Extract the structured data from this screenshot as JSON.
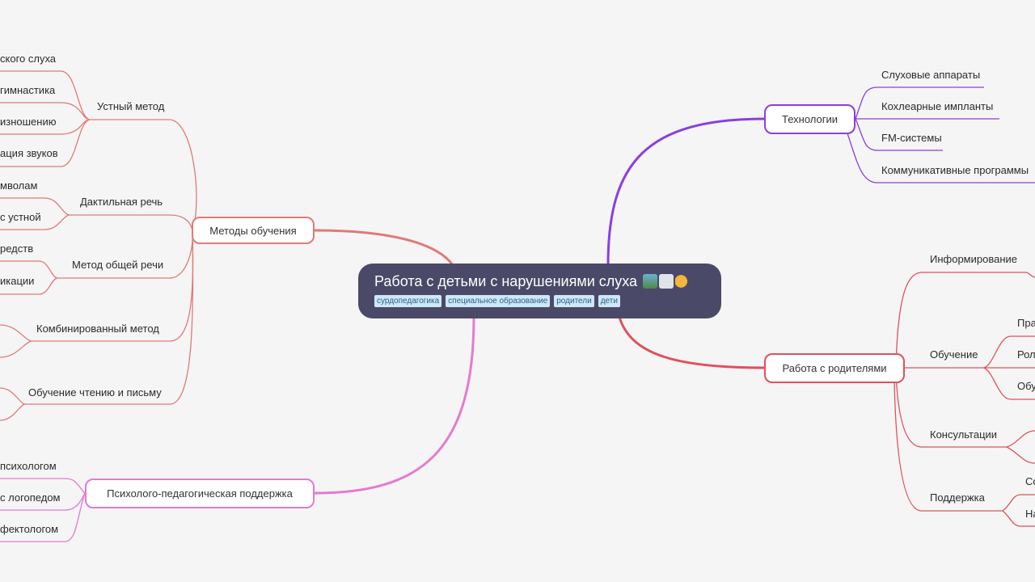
{
  "root": {
    "title": "Работа с детьми с нарушениями слуха",
    "tags": [
      "сурдопедагогика",
      "специальное образование",
      "родители",
      "дети"
    ]
  },
  "branches": {
    "methods": {
      "label": "Методы обучения",
      "color": "#e07a78"
    },
    "support": {
      "label": "Психолого-педагогическая поддержка",
      "color": "#e57ad1"
    },
    "tech": {
      "label": "Технологии",
      "color": "#8a3fe0"
    },
    "parents": {
      "label": "Работа с родителями",
      "color": "#e0505c"
    }
  },
  "methods": {
    "oral": {
      "label": "Устный метод",
      "items": [
        "ского слуха",
        "гимнастика",
        "изношению",
        "ация звуков"
      ]
    },
    "dactyl": {
      "label": "Дактильная речь",
      "items": [
        "мволам",
        "с устной"
      ]
    },
    "general": {
      "label": "Метод общей речи",
      "items": [
        "редств",
        "икации"
      ]
    },
    "combined": {
      "label": "Комбинированный метод"
    },
    "reading": {
      "label": "Обучение чтению и письму"
    }
  },
  "support_items": [
    "психологом",
    "с логопедом",
    "фектологом"
  ],
  "tech_items": [
    "Слуховые аппараты",
    "Кохлеарные импланты",
    "FM-системы",
    "Коммуникативные программы"
  ],
  "parents": {
    "info": {
      "label": "Информирование"
    },
    "training": {
      "label": "Обучение",
      "items": [
        "Пра",
        "Рол",
        "Обу"
      ]
    },
    "consult": {
      "label": "Консультации"
    },
    "support": {
      "label": "Поддержка",
      "items": [
        "Со",
        "На"
      ]
    }
  }
}
